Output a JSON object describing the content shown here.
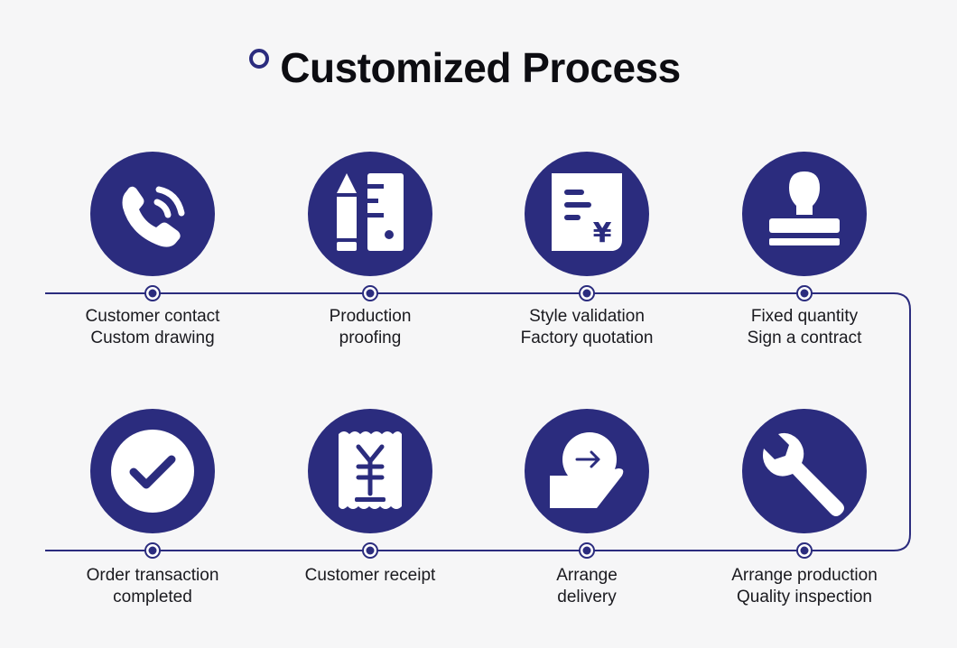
{
  "title": "Customized Process",
  "colors": {
    "accent": "#2b2c7e",
    "background": "#f6f6f7"
  },
  "steps": [
    {
      "icon": "phone-call-icon",
      "lines": [
        "Customer contact",
        "Custom drawing"
      ]
    },
    {
      "icon": "pencil-ruler-icon",
      "lines": [
        "Production",
        "proofing"
      ]
    },
    {
      "icon": "quotation-document-icon",
      "lines": [
        "Style validation",
        "Factory quotation"
      ]
    },
    {
      "icon": "stamp-icon",
      "lines": [
        "Fixed quantity",
        "Sign a contract"
      ]
    },
    {
      "icon": "wrench-icon",
      "lines": [
        "Arrange production",
        "Quality inspection"
      ]
    },
    {
      "icon": "delivery-icon",
      "lines": [
        "Arrange",
        "delivery"
      ]
    },
    {
      "icon": "receipt-icon",
      "lines": [
        "Customer receipt"
      ]
    },
    {
      "icon": "checkmark-icon",
      "lines": [
        "Order transaction",
        "completed"
      ]
    }
  ]
}
